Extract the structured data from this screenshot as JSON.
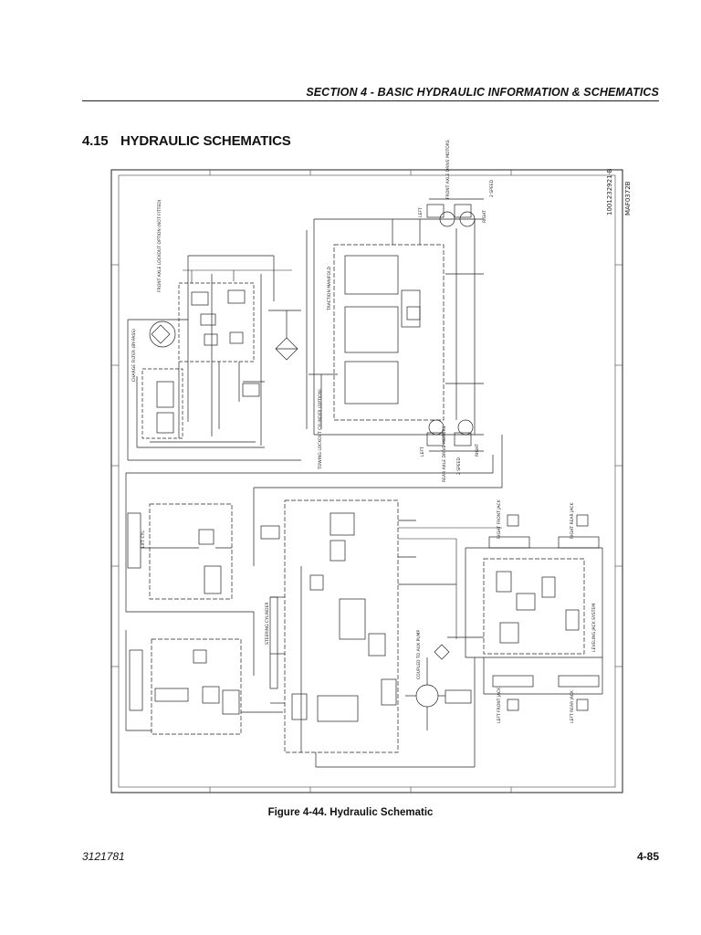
{
  "header": {
    "section_title": "SECTION 4 - BASIC HYDRAULIC INFORMATION & SCHEMATICS"
  },
  "section": {
    "number": "4.15",
    "title": "HYDRAULIC SCHEMATICS"
  },
  "figure": {
    "caption": "Figure 4-44.  Hydraulic Schematic",
    "drawing_number": "1001232921-B",
    "maf_number": "MAF0372B",
    "labels": {
      "front_axle_lockout": "FRONT AXLE LOCKOUT OPTION (NOT FITTED)",
      "traction_manifold": "TRACTION MANIFOLD",
      "drive_motors_top": "FRONT AXLE DRIVE MOTORS",
      "speed_2_top": "2 SPEED",
      "left_top": "LEFT",
      "right_top": "RIGHT",
      "tow_lockout": "TOWING LOCKOUT CYLINDER (OPTION)",
      "rear_axle_drive": "REAR AXLE DRIVE MOTORS",
      "speed_2_bottom": "2 SPEED",
      "left_bottom": "LEFT",
      "right_bottom": "RIGHT",
      "charge_filter": "CHARGE FILTER (BY-PASS)",
      "steering_cylinder": "STEERING CYLINDER",
      "coupled_pump": "COUPLED TO AUX PUMP",
      "leveling_jack_system": "LEVELING JACK SYSTEM",
      "right_front_jack": "RIGHT FRONT JACK",
      "right_rear_jack": "RIGHT REAR JACK",
      "left_front_jack": "LEFT FRONT JACK",
      "left_rear_jack": "LEFT REAR JACK",
      "lift_cyl": "LIFT CYL"
    }
  },
  "footer": {
    "doc_number": "3121781",
    "page_number": "4-85"
  }
}
